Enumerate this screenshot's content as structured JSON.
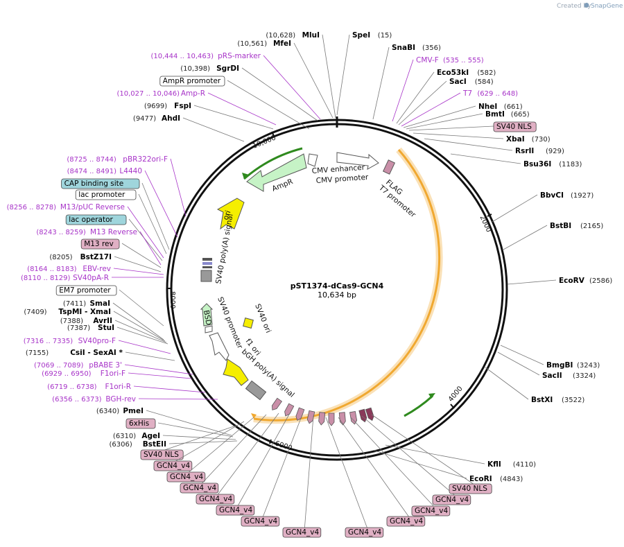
{
  "credit": {
    "prefix": "Created by",
    "brand": "SnapGene"
  },
  "plasmid": {
    "name": "pST1374-dCas9-GCN4",
    "length": "10,634 bp"
  },
  "colors": {
    "backbone": "#111111",
    "primer": "#a733c8",
    "cds_orange": "#f0a830",
    "arrow_green": "#2f8a1e",
    "ori_yellow": "#f5ee00",
    "ampr_fill": "#c6f3c6",
    "gcn4_fill": "#c98fa8",
    "highlight_box": "#e0b0c4",
    "cyan_box": "#9fd5dc"
  },
  "ticks": [
    "2000",
    "4000",
    "6000",
    "8000",
    "10,000"
  ],
  "right_labels": [
    {
      "name": "SpeI",
      "pos": "(15)"
    },
    {
      "name": "SnaBI",
      "pos": "(356)"
    },
    {
      "name": "CMV-F",
      "pos": "(535 .. 555)",
      "primer": true
    },
    {
      "name": "Eco53kI",
      "pos": "(582)"
    },
    {
      "name": "SacI",
      "pos": "(584)"
    },
    {
      "name": "T7",
      "pos": "(629 .. 648)",
      "primer": true
    },
    {
      "name": "NheI",
      "pos": "(661)"
    },
    {
      "name": "BmtI",
      "pos": "(665)"
    },
    {
      "name": "SV40 NLS",
      "pos": "",
      "box": true
    },
    {
      "name": "XbaI",
      "pos": "(730)"
    },
    {
      "name": "RsrII",
      "pos": "(929)"
    },
    {
      "name": "Bsu36I",
      "pos": "(1183)"
    },
    {
      "name": "BbvCI",
      "pos": "(1927)"
    },
    {
      "name": "BstBI",
      "pos": "(2165)"
    },
    {
      "name": "EcoRV",
      "pos": "(2586)"
    },
    {
      "name": "BmgBI",
      "pos": "(3243)"
    },
    {
      "name": "SacII",
      "pos": "(3324)"
    },
    {
      "name": "BstXI",
      "pos": "(3522)"
    },
    {
      "name": "KflI",
      "pos": "(4110)"
    },
    {
      "name": "EcoRI",
      "pos": "(4843)"
    }
  ],
  "left_labels": [
    {
      "name": "MluI",
      "pos": "(10,628)"
    },
    {
      "name": "MfeI",
      "pos": "(10,561)"
    },
    {
      "name": "pRS-marker",
      "pos": "(10,444 .. 10,463)",
      "primer": true
    },
    {
      "name": "SgrDI",
      "pos": "(10,398)"
    },
    {
      "name": "AmpR promoter",
      "pos": "",
      "box": true
    },
    {
      "name": "Amp-R",
      "pos": "(10,027 .. 10,046)",
      "primer": true
    },
    {
      "name": "FspI",
      "pos": "(9699)"
    },
    {
      "name": "AhdI",
      "pos": "(9477)"
    },
    {
      "name": "pBR322ori-F",
      "pos": "(8725 .. 8744)",
      "primer": true
    },
    {
      "name": "L4440",
      "pos": "(8474 .. 8491)",
      "primer": true
    },
    {
      "name": "CAP binding site",
      "pos": "",
      "box": true
    },
    {
      "name": "lac promoter",
      "pos": "",
      "box": true
    },
    {
      "name": "M13/pUC Reverse",
      "pos": "(8256 .. 8278)",
      "primer": true
    },
    {
      "name": "lac operator",
      "pos": "",
      "box": true
    },
    {
      "name": "M13 Reverse",
      "pos": "(8243 .. 8259)",
      "primer": true
    },
    {
      "name": "M13 rev",
      "pos": "",
      "box": true
    },
    {
      "name": "BstZ17I",
      "pos": "(8205)"
    },
    {
      "name": "EBV-rev",
      "pos": "(8164 .. 8183)",
      "primer": true
    },
    {
      "name": "SV40pA-R",
      "pos": "(8110 .. 8129)",
      "primer": true
    },
    {
      "name": "EM7 promoter",
      "pos": "",
      "box": true
    },
    {
      "name": "SmaI",
      "pos": "(7411)"
    },
    {
      "name": "TspMI - XmaI",
      "pos": "(7409)"
    },
    {
      "name": "AvrII",
      "pos": "(7388)"
    },
    {
      "name": "StuI",
      "pos": "(7387)"
    },
    {
      "name": "SV40pro-F",
      "pos": "(7316 .. 7335)",
      "primer": true
    },
    {
      "name": "CsiI - SexAI *",
      "pos": "(7155)"
    },
    {
      "name": "pBABE 3'",
      "pos": "(7069 .. 7089)",
      "primer": true
    },
    {
      "name": "F1ori-F",
      "pos": "(6929 .. 6950)",
      "primer": true
    },
    {
      "name": "F1ori-R",
      "pos": "(6719 .. 6738)",
      "primer": true
    },
    {
      "name": "BGH-rev",
      "pos": "(6356 .. 6373)",
      "primer": true
    },
    {
      "name": "PmeI",
      "pos": "(6340)"
    },
    {
      "name": "6xHis",
      "pos": "",
      "box": true
    },
    {
      "name": "AgeI",
      "pos": "(6310)"
    },
    {
      "name": "BstEII",
      "pos": "(6306)"
    }
  ],
  "bottom_boxes": [
    "SV40 NLS",
    "GCN4_v4",
    "GCN4_v4",
    "GCN4_v4",
    "GCN4_v4",
    "GCN4_v4",
    "GCN4_v4",
    "GCN4_v4",
    "GCN4_v4",
    "GCN4_v4",
    "GCN4_v4",
    "GCN4_v4",
    "SV40 NLS",
    "SV40 NLS"
  ],
  "inner_features": [
    "CMV enhancer",
    "CMV promoter",
    "FLAG",
    "T7 promoter",
    "AmpR",
    "ori",
    "SV40 poly(A) signal",
    "BSD",
    "SV40 promoter",
    "SV40 ori",
    "f1 ori",
    "bGH poly(A) signal"
  ]
}
